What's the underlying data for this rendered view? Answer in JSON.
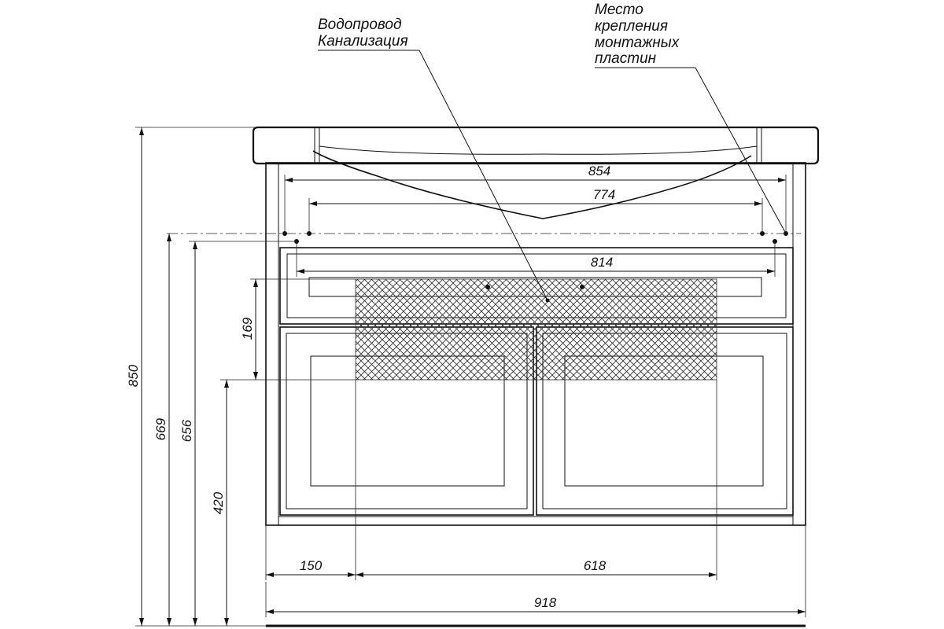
{
  "labels": {
    "water_pipe": "Водопровод",
    "sewage": "Канализация",
    "mount_line1": "Место",
    "mount_line2": "крепления",
    "mount_line3": "монтажных",
    "mount_line4": "пластин"
  },
  "dimensions": {
    "width_854": "854",
    "width_774": "774",
    "width_814": "814",
    "height_169": "169",
    "height_850": "850",
    "height_669": "669",
    "height_656": "656",
    "height_420": "420",
    "offset_150": "150",
    "width_618": "618",
    "width_918": "918"
  },
  "colors": {
    "line": "#111111",
    "background": "#ffffff",
    "hatch": "#333333"
  }
}
